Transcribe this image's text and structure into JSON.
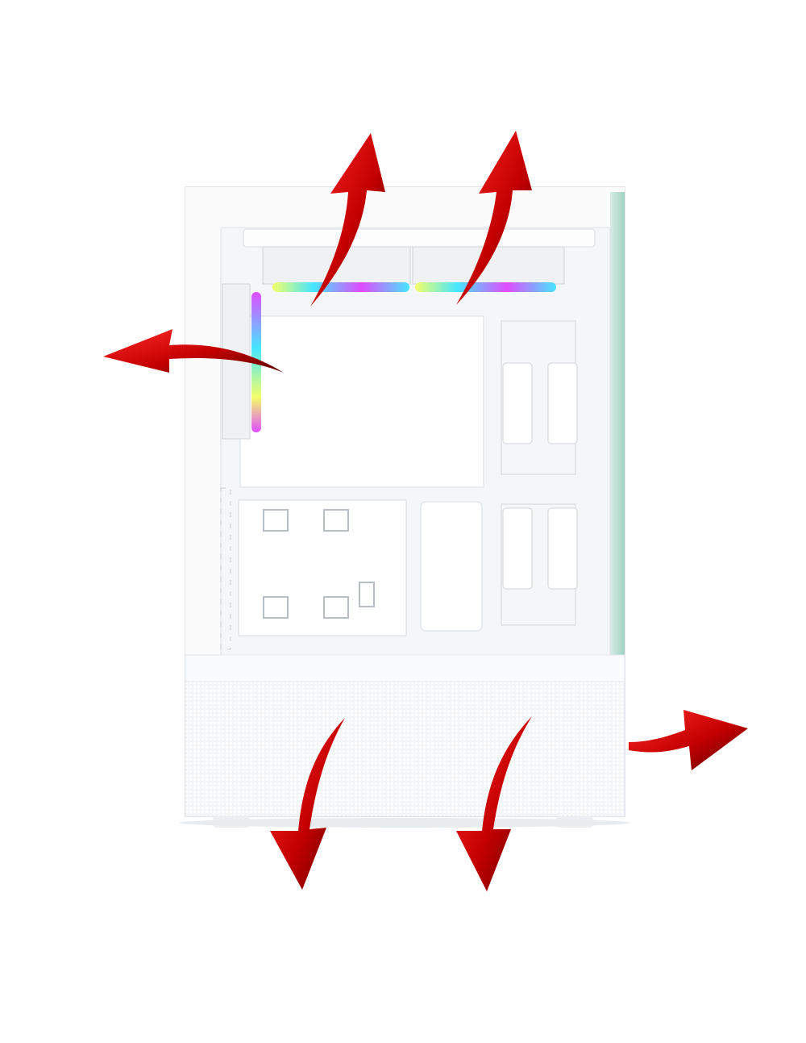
{
  "image": {
    "subject": "white-pc-case-airflow",
    "colors": {
      "background": "#ffffff",
      "case_white": "#f7f8fa",
      "case_shadow": "#e3e6ea",
      "panel_line": "#d6dadf",
      "glass_tint": "#b9ddd2",
      "arrow_red": "#d40b0b",
      "arrow_dark": "#6d0000",
      "rgb_magenta": "#e04cff",
      "rgb_cyan": "#46e6ff",
      "rgb_yellow": "#f4ff6a"
    },
    "airflow_arrows": [
      {
        "name": "top-exhaust-left",
        "direction": "up"
      },
      {
        "name": "top-exhaust-right",
        "direction": "up"
      },
      {
        "name": "front-exhaust",
        "direction": "left"
      },
      {
        "name": "rear-exhaust",
        "direction": "right"
      },
      {
        "name": "bottom-intake-left",
        "direction": "down"
      },
      {
        "name": "bottom-intake-right",
        "direction": "down"
      }
    ]
  }
}
